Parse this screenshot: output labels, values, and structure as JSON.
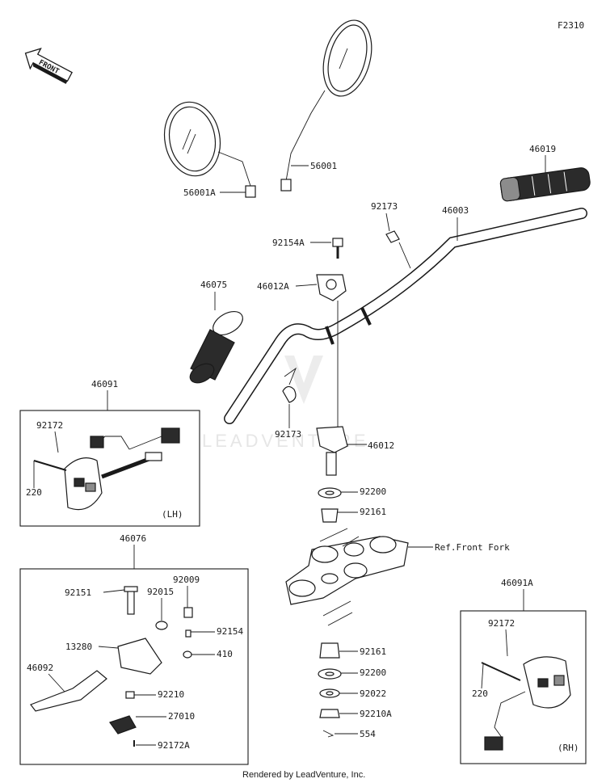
{
  "figure_code": "F2310",
  "front_arrow_label": "FRONT",
  "watermark_text": "LEADVENTURE",
  "footer": "Rendered by LeadVenture, Inc.",
  "labels": {
    "l56001a": "56001A",
    "l56001": "56001",
    "l46019": "46019",
    "l92173_top": "92173",
    "l46003": "46003",
    "l92154a": "92154A",
    "l46012a": "46012A",
    "l46075": "46075",
    "l92173_mid": "92173",
    "l46012": "46012",
    "l92200_top": "92200",
    "l92161_top": "92161",
    "lref": "Ref.Front Fork",
    "l92161_bot": "92161",
    "l92200_bot": "92200",
    "l92022": "92022",
    "l92210a": "92210A",
    "l554": "554",
    "l46091": "46091",
    "l92172_lh": "92172",
    "l220_lh": "220",
    "lh_tag": "(LH)",
    "l46076": "46076",
    "l92151": "92151",
    "l92015": "92015",
    "l92009": "92009",
    "l92154": "92154",
    "l13280": "13280",
    "l410": "410",
    "l46092": "46092",
    "l92210": "92210",
    "l27010": "27010",
    "l92172a": "92172A",
    "l46091a": "46091A",
    "l92172_rh": "92172",
    "l220_rh": "220",
    "rh_tag": "(RH)"
  },
  "colors": {
    "ink": "#1a1a1a",
    "grip": "#2b2b2b",
    "watermark": "#e6e6e6"
  }
}
